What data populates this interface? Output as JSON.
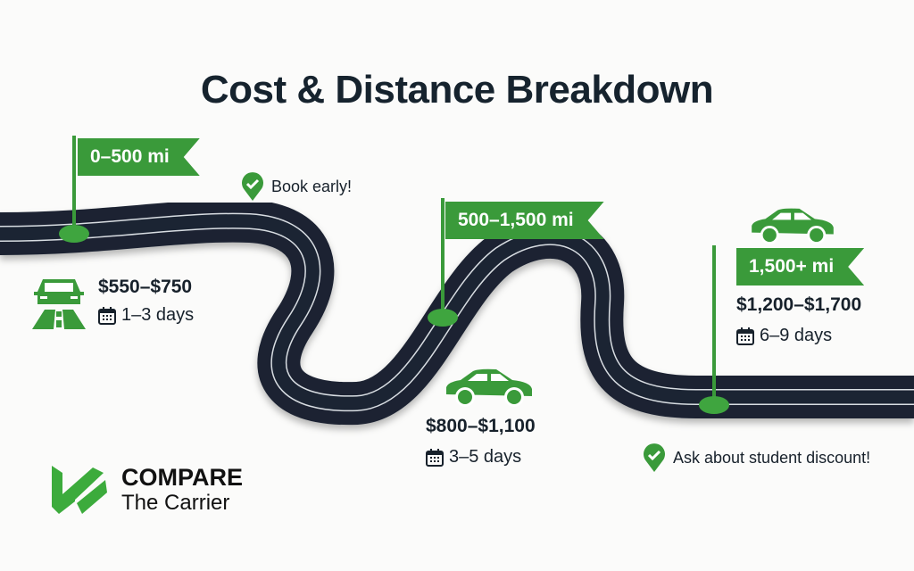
{
  "title": "Cost & Distance Breakdown",
  "colors": {
    "accent": "#3a9a3a",
    "road": "#1b2433",
    "text": "#17212b",
    "background": "#fbfbfa"
  },
  "segments": [
    {
      "distance": "0–500 mi",
      "price": "$550–$750",
      "days": "1–3 days",
      "icon": "car-on-road-icon"
    },
    {
      "distance": "500–1,500 mi",
      "price": "$800–$1,100",
      "days": "3–5 days",
      "icon": "car-icon"
    },
    {
      "distance": "1,500+ mi",
      "price": "$1,200–$1,700",
      "days": "6–9 days",
      "icon": "car-icon"
    }
  ],
  "tips": [
    {
      "text": "Book early!",
      "icon": "check-pin-icon"
    },
    {
      "text": "Ask about student discount!",
      "icon": "check-pin-icon"
    }
  ],
  "logo": {
    "line1": "COMPARE",
    "line2": "The Carrier"
  }
}
